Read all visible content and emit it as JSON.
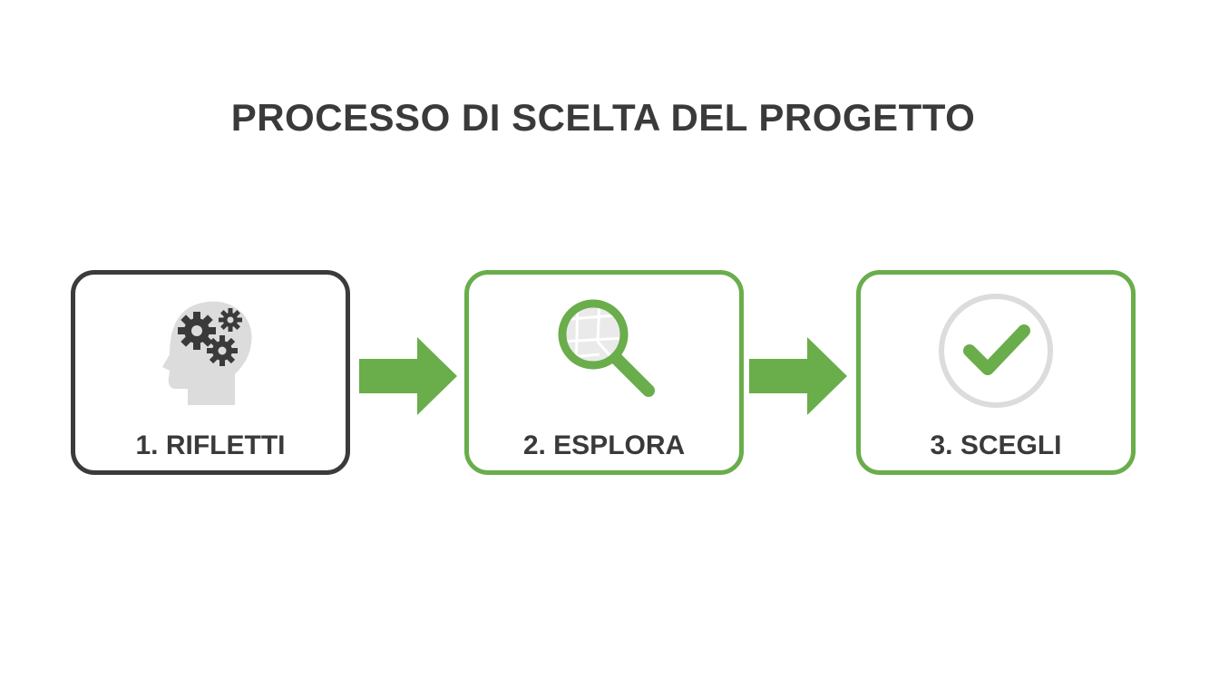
{
  "title": "PROCESSO DI SCELTA DEL PROGETTO",
  "steps": [
    {
      "label": "1. RIFLETTI",
      "icon": "head-gears-icon"
    },
    {
      "label": "2. ESPLORA",
      "icon": "magnifier-map-icon"
    },
    {
      "label": "3. SCEGLI",
      "icon": "checkmark-circle-icon"
    }
  ],
  "arrow_icon": "arrow-right-icon",
  "colors": {
    "accent_green": "#6aad4b",
    "dark": "#3b3b3b",
    "text": "#3a3a3a",
    "icon_gray": "#dcdcdc"
  }
}
